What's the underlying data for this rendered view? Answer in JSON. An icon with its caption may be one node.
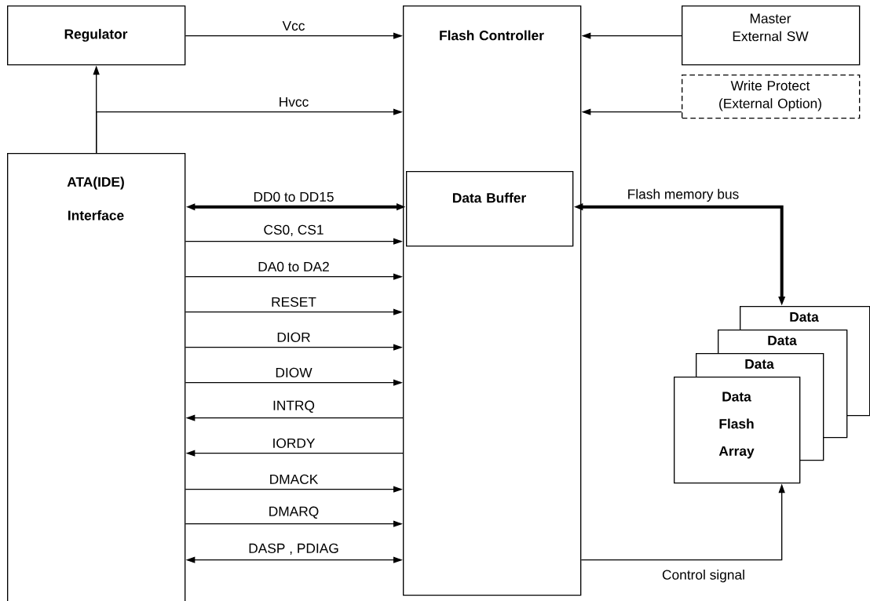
{
  "diagram": {
    "nodes": [
      {
        "text": [
          "Regulator"
        ]
      },
      {
        "text": [
          "Flash Controller"
        ]
      },
      {
        "text": [
          "Data Buffer"
        ],
        "in": 1
      },
      {
        "text": [
          "Master External SW"
        ]
      },
      {
        "text": [
          "Write Protect (External Option)"
        ]
      },
      {
        "text": [
          "ATA(IDE) Interface"
        ]
      },
      {
        "text": [
          "Data"
        ]
      },
      {
        "text": [
          "Data"
        ]
      },
      {
        "text": [
          "Data"
        ]
      },
      {
        "text": [
          "Data Flash Array"
        ]
      }
    ],
    "edges": [
      {
        "from": 0,
        "to": 1,
        "arrow": "to",
        "label": "Vcc"
      },
      {
        "from": 5,
        "to": 0,
        "arrow": "to"
      },
      {
        "from": 5,
        "to": 1,
        "arrow": "to",
        "label": "Hvcc"
      },
      {
        "from": 3,
        "to": 1,
        "arrow": "to"
      },
      {
        "from": 4,
        "to": 1,
        "arrow": "to"
      },
      {
        "from": 5,
        "to": 2,
        "arrow": "both",
        "label": "DD0 to DD15",
        "style": "thick"
      },
      {
        "from": 5,
        "to": 1,
        "arrow": "to",
        "label": "CS0, CS1"
      },
      {
        "from": 5,
        "to": 1,
        "arrow": "to",
        "label": "DA0 to DA2"
      },
      {
        "from": 5,
        "to": 1,
        "arrow": "to",
        "label": "RESET"
      },
      {
        "from": 5,
        "to": 1,
        "arrow": "to",
        "label": "DIOR"
      },
      {
        "from": 5,
        "to": 1,
        "arrow": "to",
        "label": "DIOW"
      },
      {
        "from": 1,
        "to": 5,
        "arrow": "to",
        "label": "INTRQ"
      },
      {
        "from": 1,
        "to": 5,
        "arrow": "to",
        "label": "IORDY"
      },
      {
        "from": 5,
        "to": 1,
        "arrow": "to",
        "label": "DMACK"
      },
      {
        "from": 5,
        "to": 1,
        "arrow": "to",
        "label": "DMARQ"
      },
      {
        "from": 5,
        "to": 1,
        "arrow": "both",
        "label": "DASP , PDIAG"
      },
      {
        "from": 2,
        "to": 6,
        "arrow": "both",
        "label": "Flash memory bus",
        "style": "thick"
      },
      {
        "from": 1,
        "to": 9,
        "arrow": "to",
        "label": "Control signal"
      }
    ]
  }
}
